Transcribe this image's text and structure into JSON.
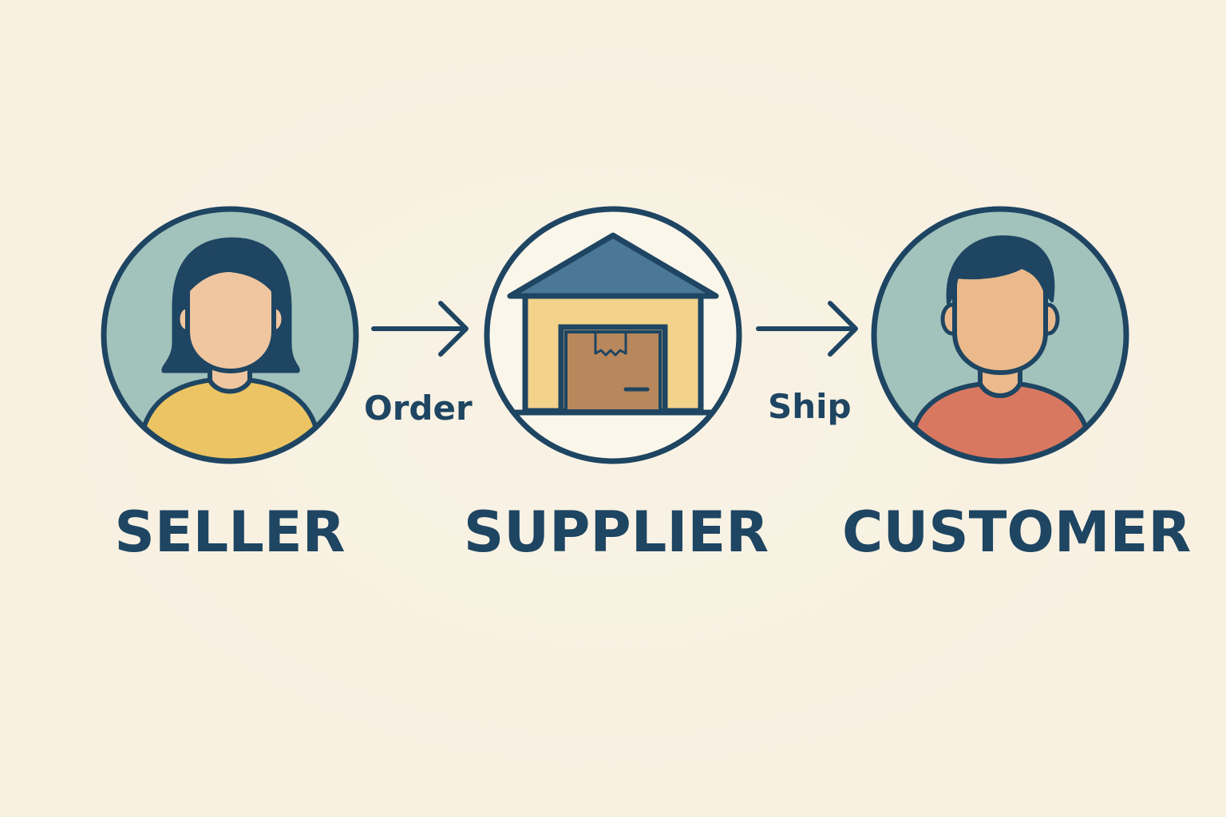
{
  "nodes": {
    "seller": {
      "label": "SELLER",
      "icon": "female-person-icon"
    },
    "supplier": {
      "label": "SUPPLIER",
      "icon": "warehouse-icon"
    },
    "customer": {
      "label": "CUSTOMER",
      "icon": "male-person-icon"
    }
  },
  "edges": [
    {
      "from": "seller",
      "to": "supplier",
      "label": "Order"
    },
    {
      "from": "supplier",
      "to": "customer",
      "label": "Ship"
    }
  ],
  "colors": {
    "background": "#f8f1e2",
    "outline": "#1e4562",
    "circle_fill": "#a2c2bc",
    "skin_seller": "#f0c6a0",
    "skin_customer": "#ebb98b",
    "shirt_seller": "#ecc463",
    "shirt_customer": "#d97860",
    "roof": "#4a7896",
    "wall": "#f3d28b",
    "box": "#b8875c"
  }
}
